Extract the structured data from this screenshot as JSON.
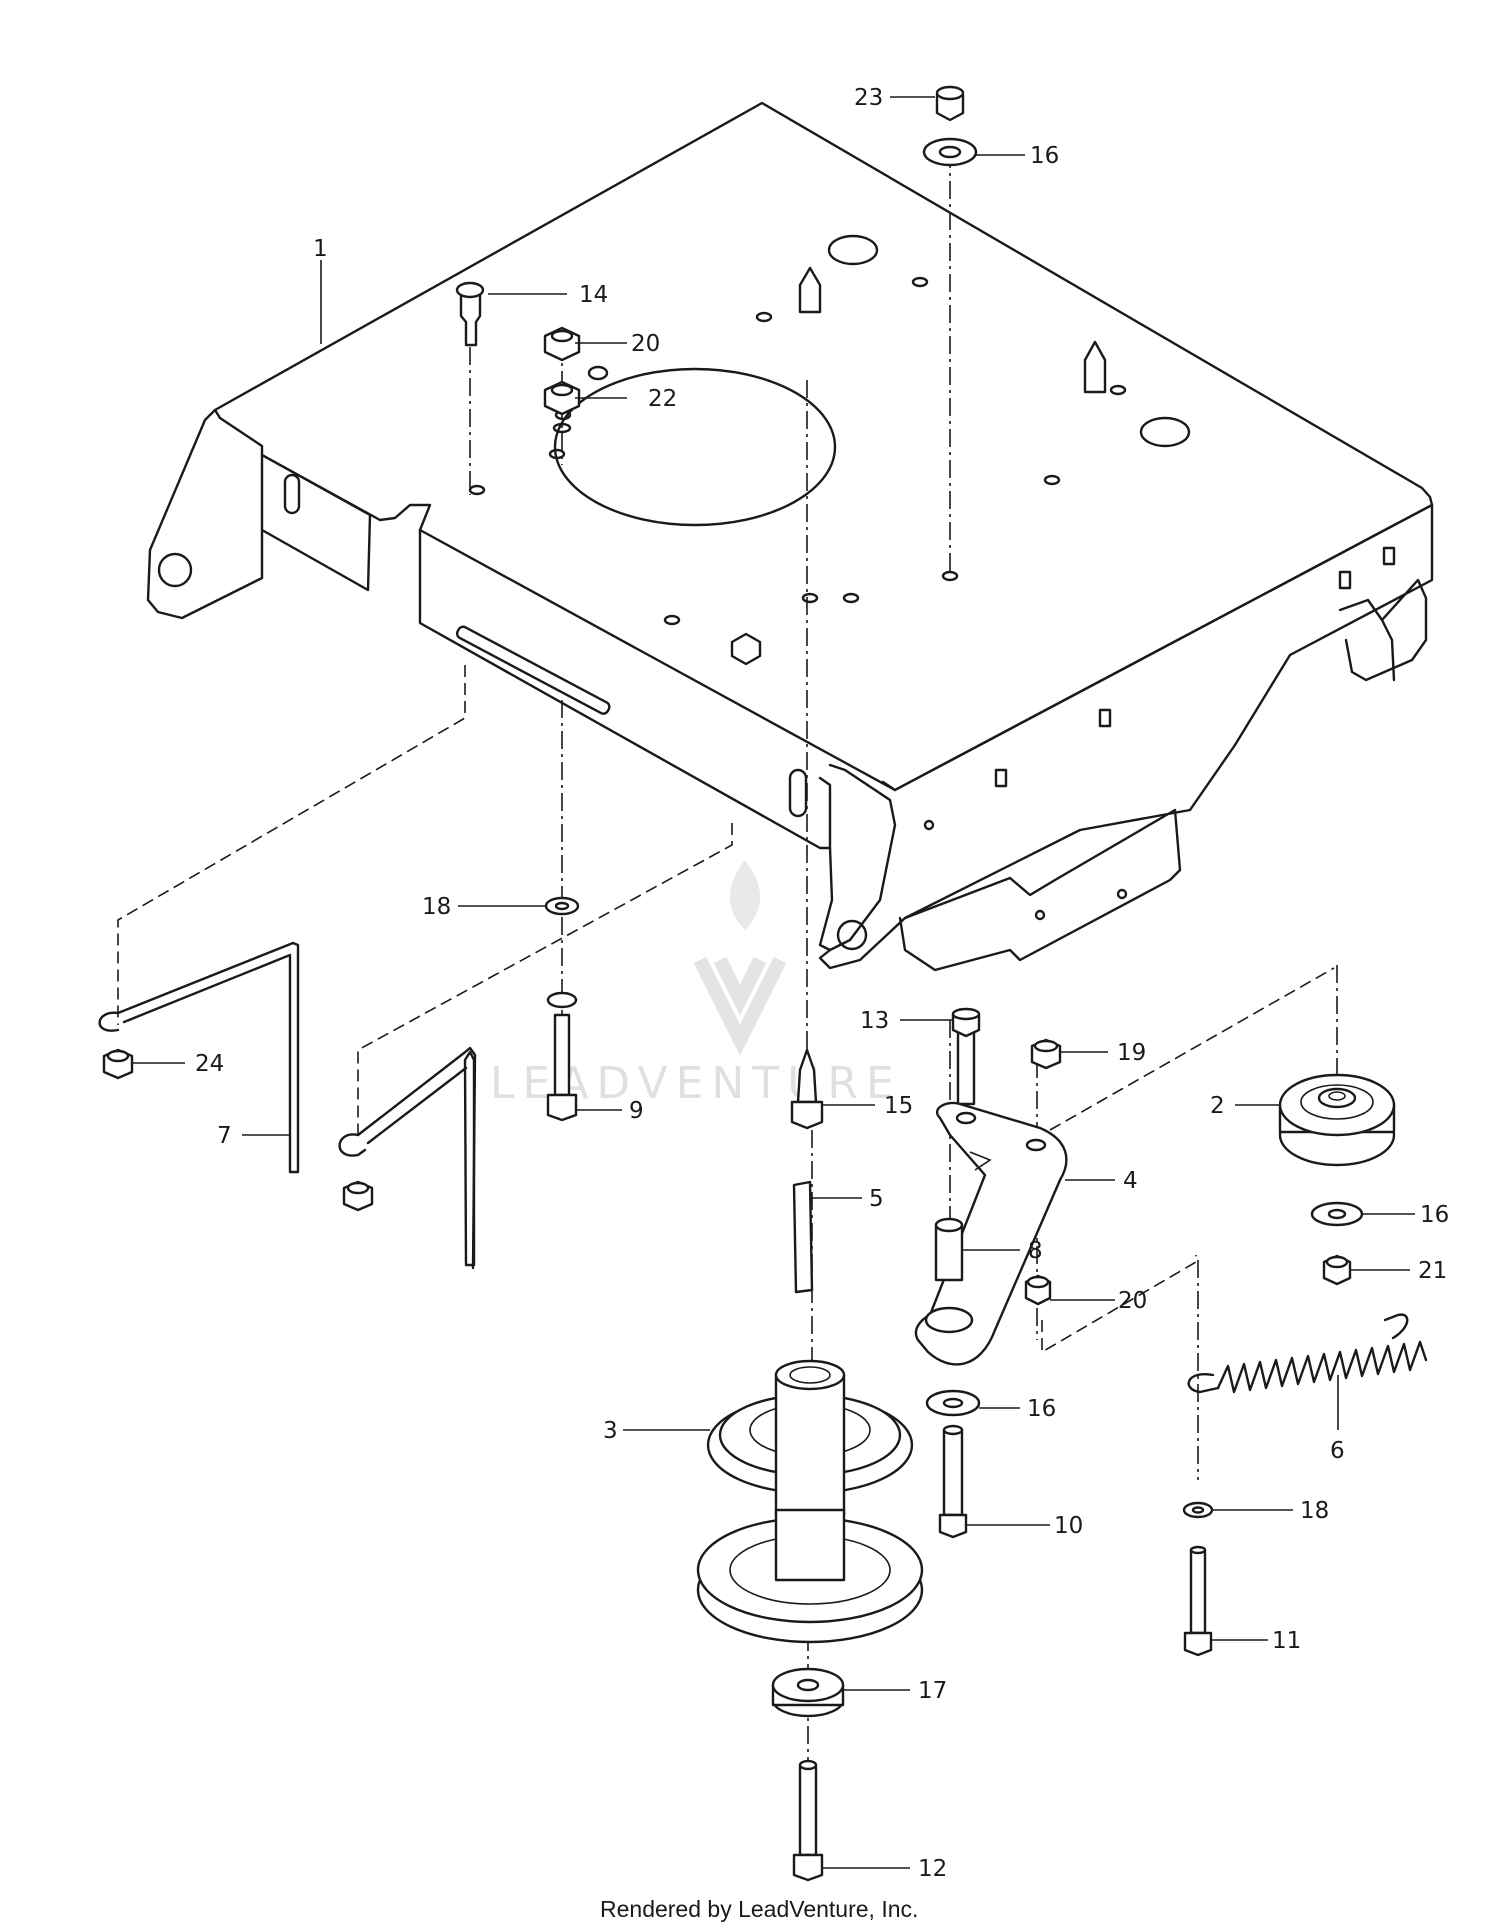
{
  "callouts": [
    {
      "id": "1",
      "label": "1"
    },
    {
      "id": "14",
      "label": "14"
    },
    {
      "id": "20a",
      "label": "20"
    },
    {
      "id": "22",
      "label": "22"
    },
    {
      "id": "23",
      "label": "23"
    },
    {
      "id": "16a",
      "label": "16"
    },
    {
      "id": "18a",
      "label": "18"
    },
    {
      "id": "24",
      "label": "24"
    },
    {
      "id": "7",
      "label": "7"
    },
    {
      "id": "9",
      "label": "9"
    },
    {
      "id": "15",
      "label": "15"
    },
    {
      "id": "5",
      "label": "5"
    },
    {
      "id": "13",
      "label": "13"
    },
    {
      "id": "19",
      "label": "19"
    },
    {
      "id": "4",
      "label": "4"
    },
    {
      "id": "2",
      "label": "2"
    },
    {
      "id": "16b",
      "label": "16"
    },
    {
      "id": "21",
      "label": "21"
    },
    {
      "id": "8",
      "label": "8"
    },
    {
      "id": "20b",
      "label": "20"
    },
    {
      "id": "3",
      "label": "3"
    },
    {
      "id": "16c",
      "label": "16"
    },
    {
      "id": "6",
      "label": "6"
    },
    {
      "id": "10",
      "label": "10"
    },
    {
      "id": "18b",
      "label": "18"
    },
    {
      "id": "11",
      "label": "11"
    },
    {
      "id": "17",
      "label": "17"
    },
    {
      "id": "12",
      "label": "12"
    }
  ],
  "watermark": "LEADVENTURE",
  "footer": "Rendered by LeadVenture, Inc."
}
